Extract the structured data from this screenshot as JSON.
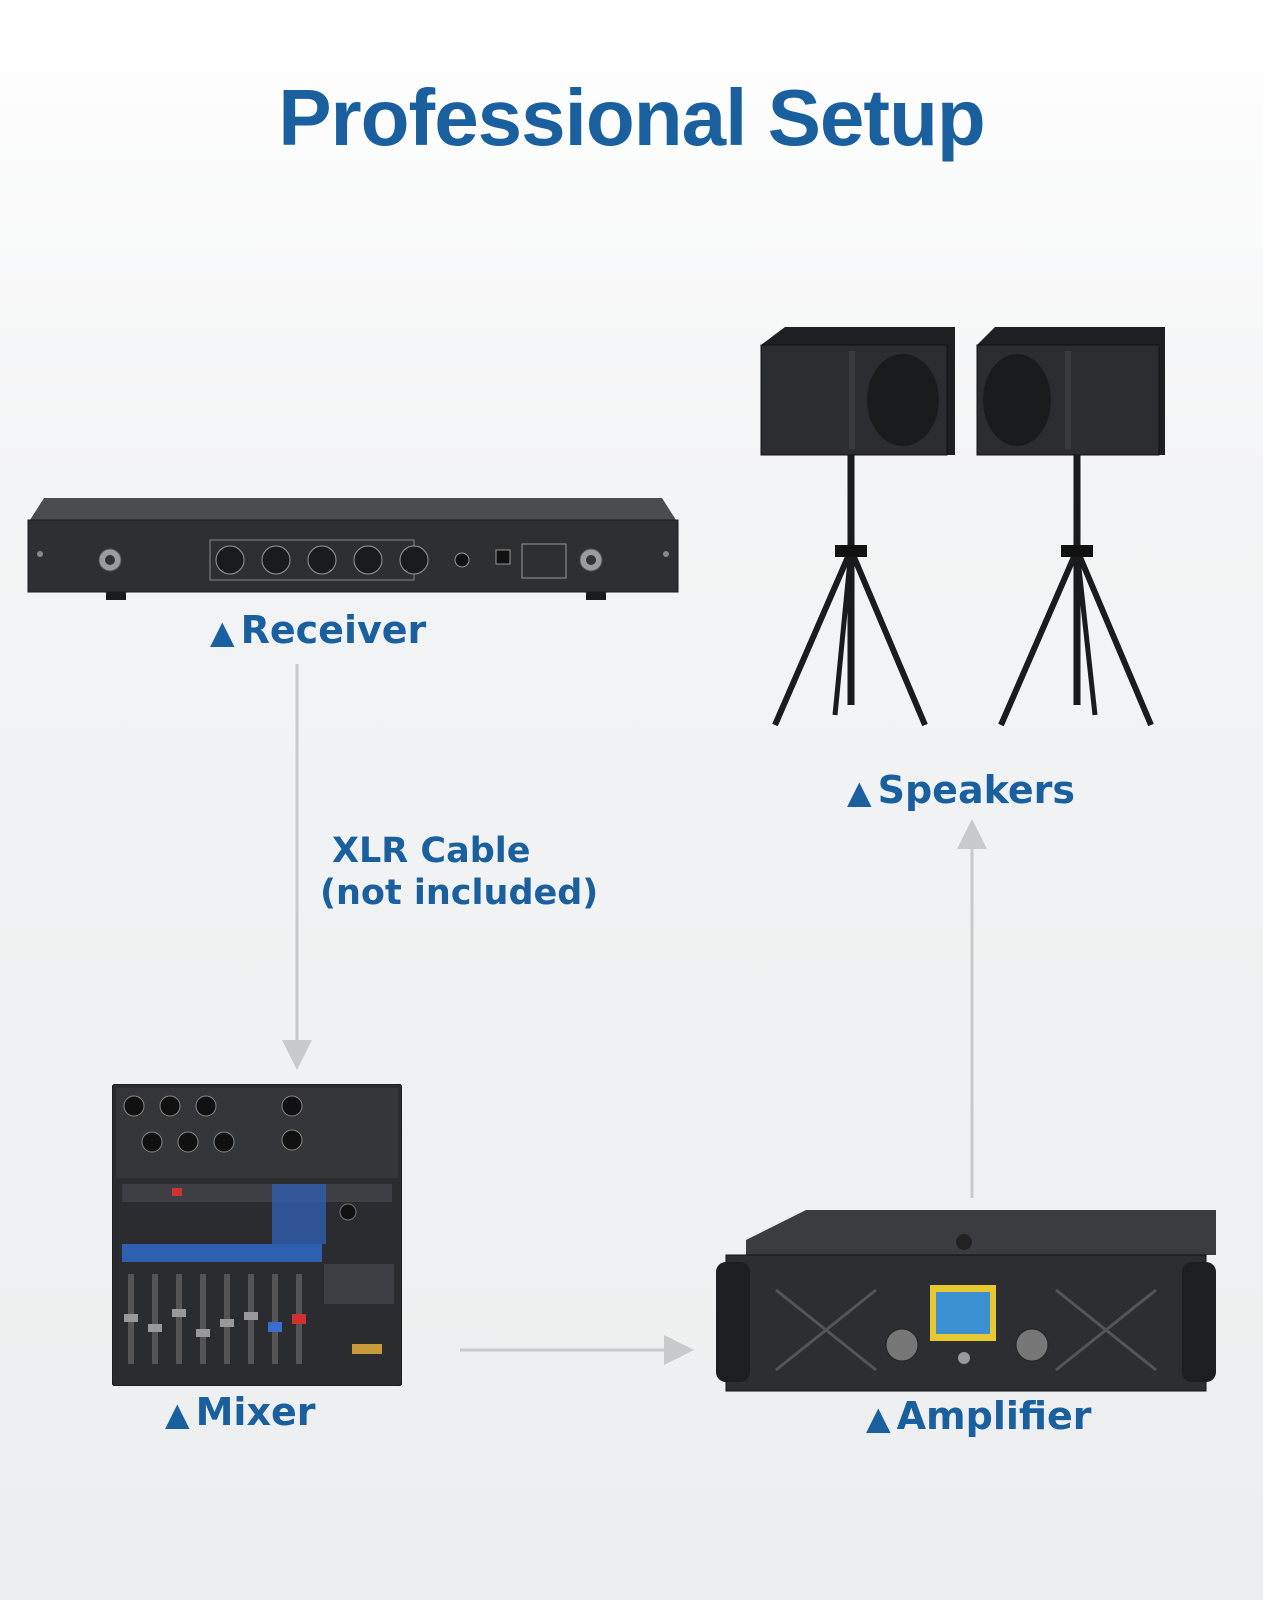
{
  "title": "Professional Setup",
  "devices": {
    "receiver": {
      "label": "Receiver"
    },
    "speakers": {
      "label": "Speakers"
    },
    "mixer": {
      "label": "Mixer"
    },
    "amplifier": {
      "label": "Amplifier"
    }
  },
  "connections": {
    "receiver_to_mixer": {
      "line1": "XLR Cable",
      "line2": "(not included)"
    }
  },
  "triangle_glyph": "▲",
  "colors": {
    "accent": "#1a5f9e",
    "arrow": "#c8c9ca",
    "device": "#2b2d30"
  }
}
